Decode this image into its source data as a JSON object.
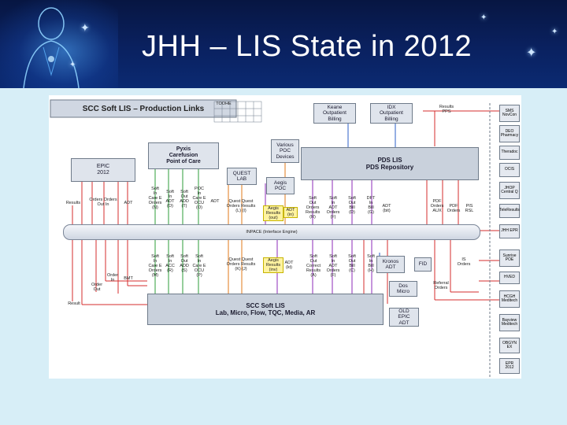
{
  "slide": {
    "title": "JHH – LIS State in 2012",
    "colors": {
      "header_bg": "#0a2160",
      "page_bg": "#d7eef7",
      "title": "#ffffff"
    }
  },
  "diagram": {
    "banner": "SCC Soft LIS – Production Links",
    "banner_tag": "TOOHE",
    "boxes": {
      "epic": "EPIC\n2012",
      "pyxis": "Pyxis\nCarefusion\nPoint of Care",
      "various": "Various\nPOC\nDevices",
      "quest_lab": "QUEST\nLAB",
      "aegis_poc": "Aegis\nPOC",
      "kesne": "Keane\nOutpatient\nBilling",
      "idx": "IDX\nOutpatient\nBilling",
      "pds": "PDS LIS\nPDS Repository",
      "scc": "SCC Soft LIS\nLab, Micro, Flow, TQC, Media, AR",
      "ecm": "Kronos\nADT",
      "fid": "FID",
      "dos": "Dos\nMicro",
      "old_epic": "OLD\nEPIC\nADT"
    },
    "bus_label": "INPACE (Interface Engine)",
    "top_labels": [
      {
        "text": "Soft\nIn\nCare E\nOrders\n(N)"
      },
      {
        "text": "Soft\nIn\nADT\n(O)"
      },
      {
        "text": "Soft\nOut\nADD\n(T)"
      },
      {
        "text": "POC\nIn\nCare E\nOCU\n(O)"
      },
      {
        "text": "ADT"
      },
      {
        "text": "Quest Quest\nOrders Results\n(L) (I)"
      },
      {
        "text": "Aegis\nResults\n(out)"
      },
      {
        "text": "ADT\n(in)"
      },
      {
        "text": "Soft\nOut\nOrders\nResults\n(R)"
      },
      {
        "text": "Soft\nIn\nADT\nOrders\n(F)"
      },
      {
        "text": "Soft\nOut\nBill\n(D)"
      },
      {
        "text": "DFT\nIn\nBill\n(G)"
      },
      {
        "text": "ADT\n(bit)"
      },
      {
        "text": "PDF\nOrders\nAUX"
      },
      {
        "text": "PDF\nOrders"
      },
      {
        "text": "PIS\nRSL"
      }
    ],
    "bottom_labels": [
      {
        "text": "Soft\nIn\nCare E\nOrders\n(M)"
      },
      {
        "text": "Soft\nIn\nACC\n(R)"
      },
      {
        "text": "Soft\nOut\nADD\n(S)"
      },
      {
        "text": "Soft\nIn\nCare E\nOCU\n(P)"
      },
      {
        "text": "Quest Quest\nOrders Results\n(K) (J)"
      },
      {
        "text": "Aegis\nResults\n(inv)"
      },
      {
        "text": "ADT\n(kt)"
      },
      {
        "text": "Soft\nOut\nCorrect\nResults\n(A)"
      },
      {
        "text": "Soft\nIn\nADT\nOrders\n(F)"
      },
      {
        "text": "Soft\nOut\nBill\n(C)"
      },
      {
        "text": "Soft\nIn\nBill\n(H)"
      },
      {
        "text": "IS\nOrders"
      },
      {
        "text": "Referral\nOrders"
      }
    ],
    "misc_labels": {
      "results_left": "Results",
      "orders_out": "Orders Orders\nOut In",
      "adt_left": "ADT",
      "order_out": "Order\nOut",
      "order_in": "Order\nIn",
      "bmt": "BMT",
      "result_bottom": "Result",
      "results_top": "Results\nPPS"
    },
    "sidebar": [
      "SMS\nNovCon",
      "DEO\nPharmacy",
      "Theradoc",
      "OCIS",
      "JHOP\nCentral Q",
      "TeleResults",
      "JHH EPR",
      "Sunrise\nPOE",
      "HVED",
      "HCGH\nMeditech",
      "Bayview\nMeditech",
      "OBGYN\nEX",
      "EPR\n2012"
    ]
  }
}
